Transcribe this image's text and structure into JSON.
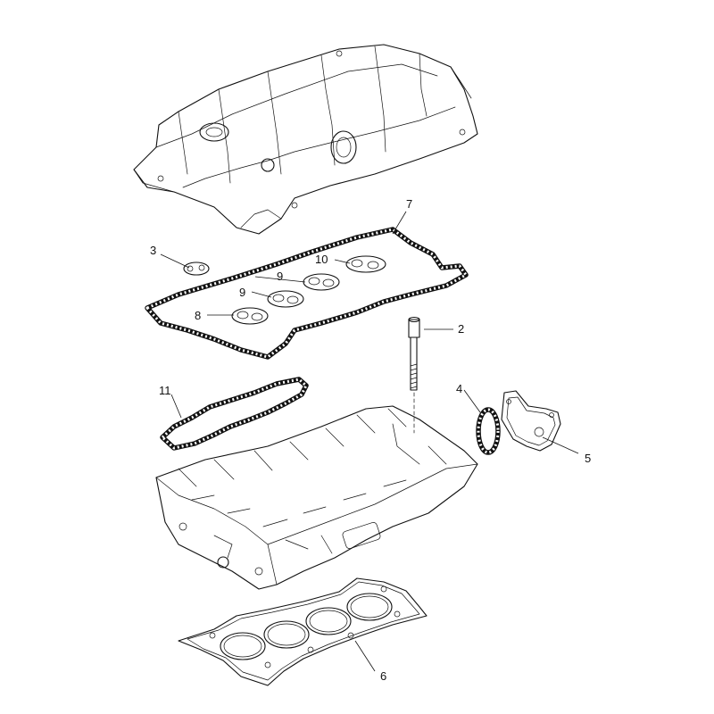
{
  "callouts": [
    {
      "id": "2",
      "label": "2"
    },
    {
      "id": "3",
      "label": "3"
    },
    {
      "id": "4",
      "label": "4"
    },
    {
      "id": "5",
      "label": "5"
    },
    {
      "id": "6",
      "label": "6"
    },
    {
      "id": "7",
      "label": "7"
    },
    {
      "id": "8",
      "label": "8"
    },
    {
      "id": "9a",
      "label": "9"
    },
    {
      "id": "9b",
      "label": "9"
    },
    {
      "id": "10",
      "label": "10"
    },
    {
      "id": "11",
      "label": "11"
    }
  ]
}
